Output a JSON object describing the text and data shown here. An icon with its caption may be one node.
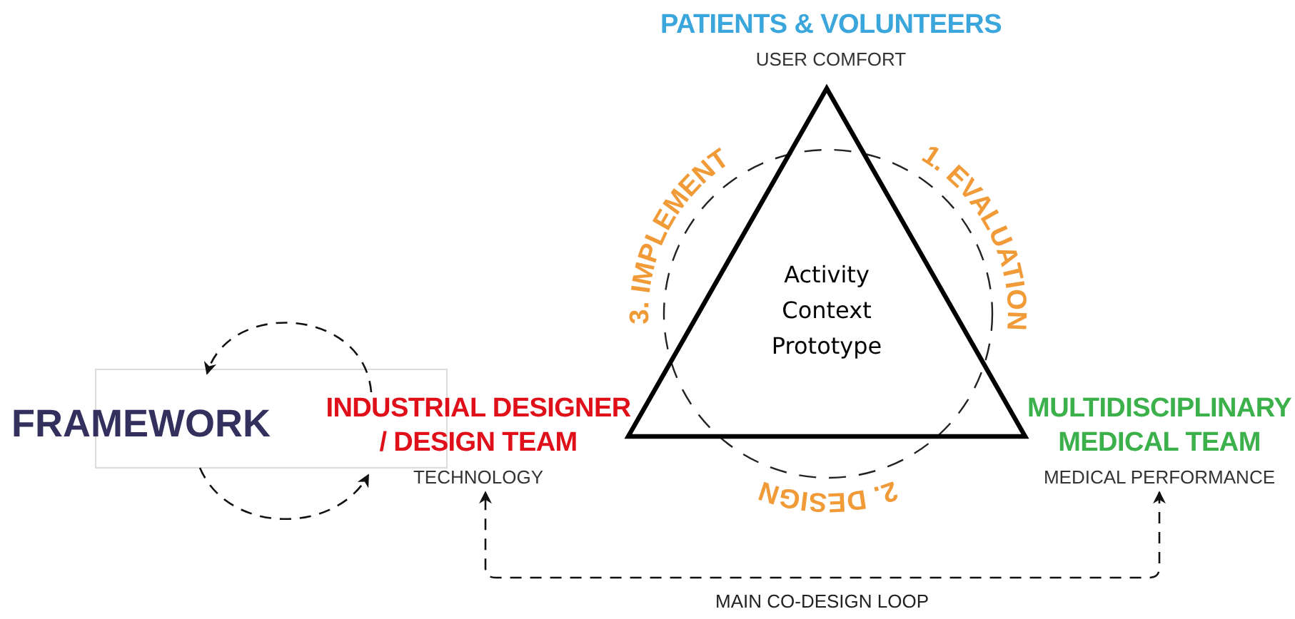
{
  "diagram": {
    "nodes": [
      {
        "text": [
          "Activity Context Prototype"
        ]
      },
      {
        "text": [
          "PATIENTS & VOLUNTEERS",
          "USER COMFORT"
        ]
      },
      {
        "text": [
          "INDUSTRIAL DESIGNER / DESIGN TEAM",
          "TECHNOLOGY"
        ]
      },
      {
        "text": [
          "MULTIDISCIPLINARY MEDICAL TEAM",
          "MEDICAL PERFORMANCE"
        ]
      },
      {
        "text": [
          "FRAMEWORK"
        ]
      }
    ],
    "edges": [
      {
        "from": 2,
        "to": 4,
        "arrow": "to",
        "style": "dashed"
      },
      {
        "from": 4,
        "to": 2,
        "arrow": "to",
        "style": "dashed"
      },
      {
        "from": 3,
        "to": 2,
        "arrow": "both",
        "style": "dashed",
        "label": "MAIN CO-DESIGN LOOP"
      }
    ],
    "labels": [
      "1. EVALUATION",
      "2. DESIGN",
      "3. IMPLEMENT"
    ]
  }
}
